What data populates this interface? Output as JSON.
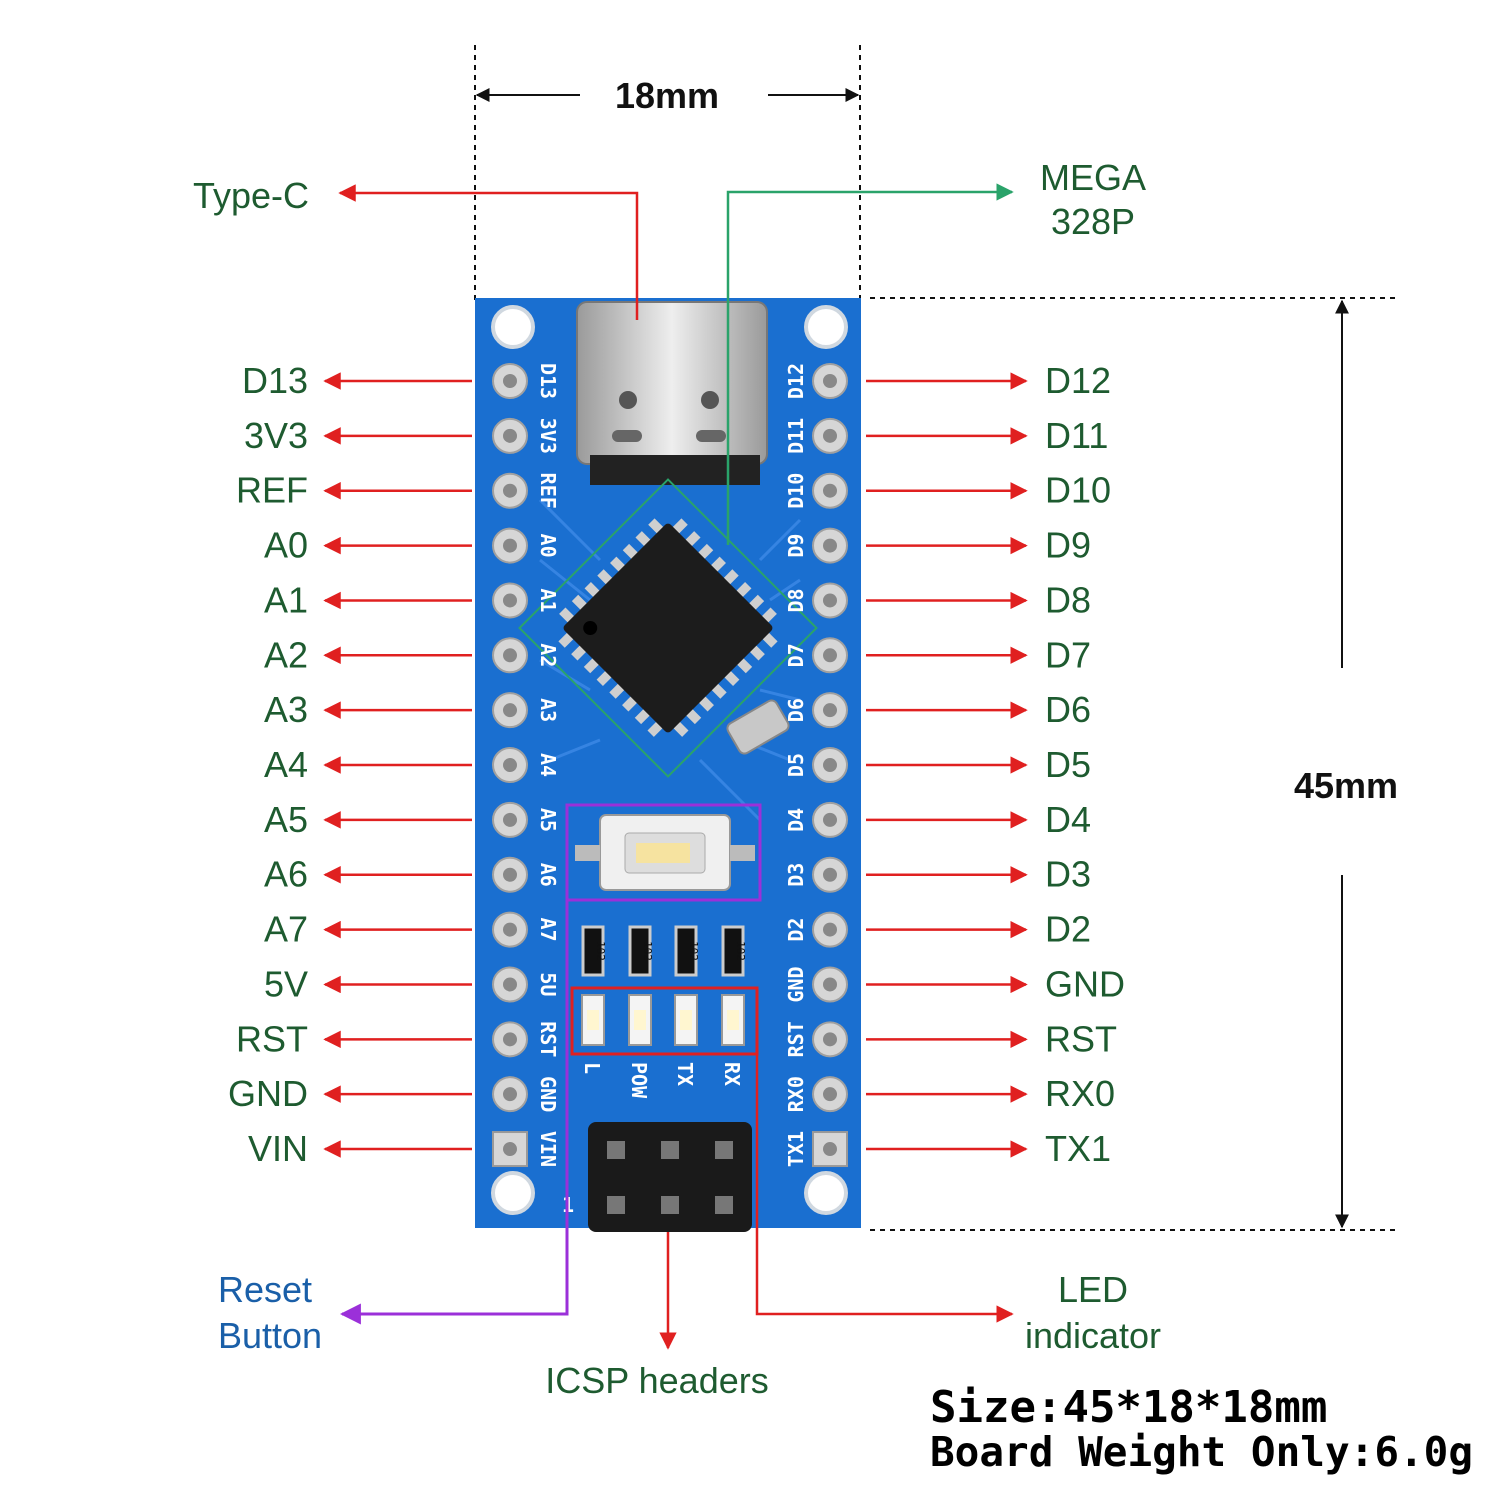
{
  "dimensions": {
    "width_label": "18mm",
    "height_label": "45mm"
  },
  "callouts": {
    "type_c": "Type-C",
    "mcu_line1": "MEGA",
    "mcu_line2": "328P",
    "reset_line1": "Reset",
    "reset_line2": "Button",
    "icsp": "ICSP headers",
    "led_line1": "LED",
    "led_line2": "indicator"
  },
  "left_pins": [
    "D13",
    "3V3",
    "REF",
    "A0",
    "A1",
    "A2",
    "A3",
    "A4",
    "A5",
    "A6",
    "A7",
    "5V",
    "RST",
    "GND",
    "VIN"
  ],
  "right_pins": [
    "D12",
    "D11",
    "D10",
    "D9",
    "D8",
    "D7",
    "D6",
    "D5",
    "D4",
    "D3",
    "D2",
    "GND",
    "RST",
    "RX0",
    "TX1"
  ],
  "silk_left": [
    "D13",
    "3V3",
    "REF",
    "A0",
    "A1",
    "A2",
    "A3",
    "A4",
    "A5",
    "A6",
    "A7",
    "5U",
    "RST",
    "GND",
    "VIN"
  ],
  "silk_right": [
    "D12",
    "D11",
    "D10",
    "D9",
    "D8",
    "D7",
    "D6",
    "D5",
    "D4",
    "D3",
    "D2",
    "GND",
    "RST",
    "RX0",
    "TX1"
  ],
  "led_labels": [
    "L",
    "POW",
    "TX",
    "RX"
  ],
  "resistor_code": "102",
  "pin1_mark": "1",
  "specs": {
    "size": "Size:45*18*18mm",
    "weight": "Board Weight Only:6.0g"
  },
  "colors": {
    "board": "#1a6fd0",
    "label_green": "#1e5b30",
    "arrow_red": "#e02020",
    "mcu_green": "#2aa36a",
    "reset_purple": "#9b30d9",
    "reset_text": "#1a5fa8"
  }
}
